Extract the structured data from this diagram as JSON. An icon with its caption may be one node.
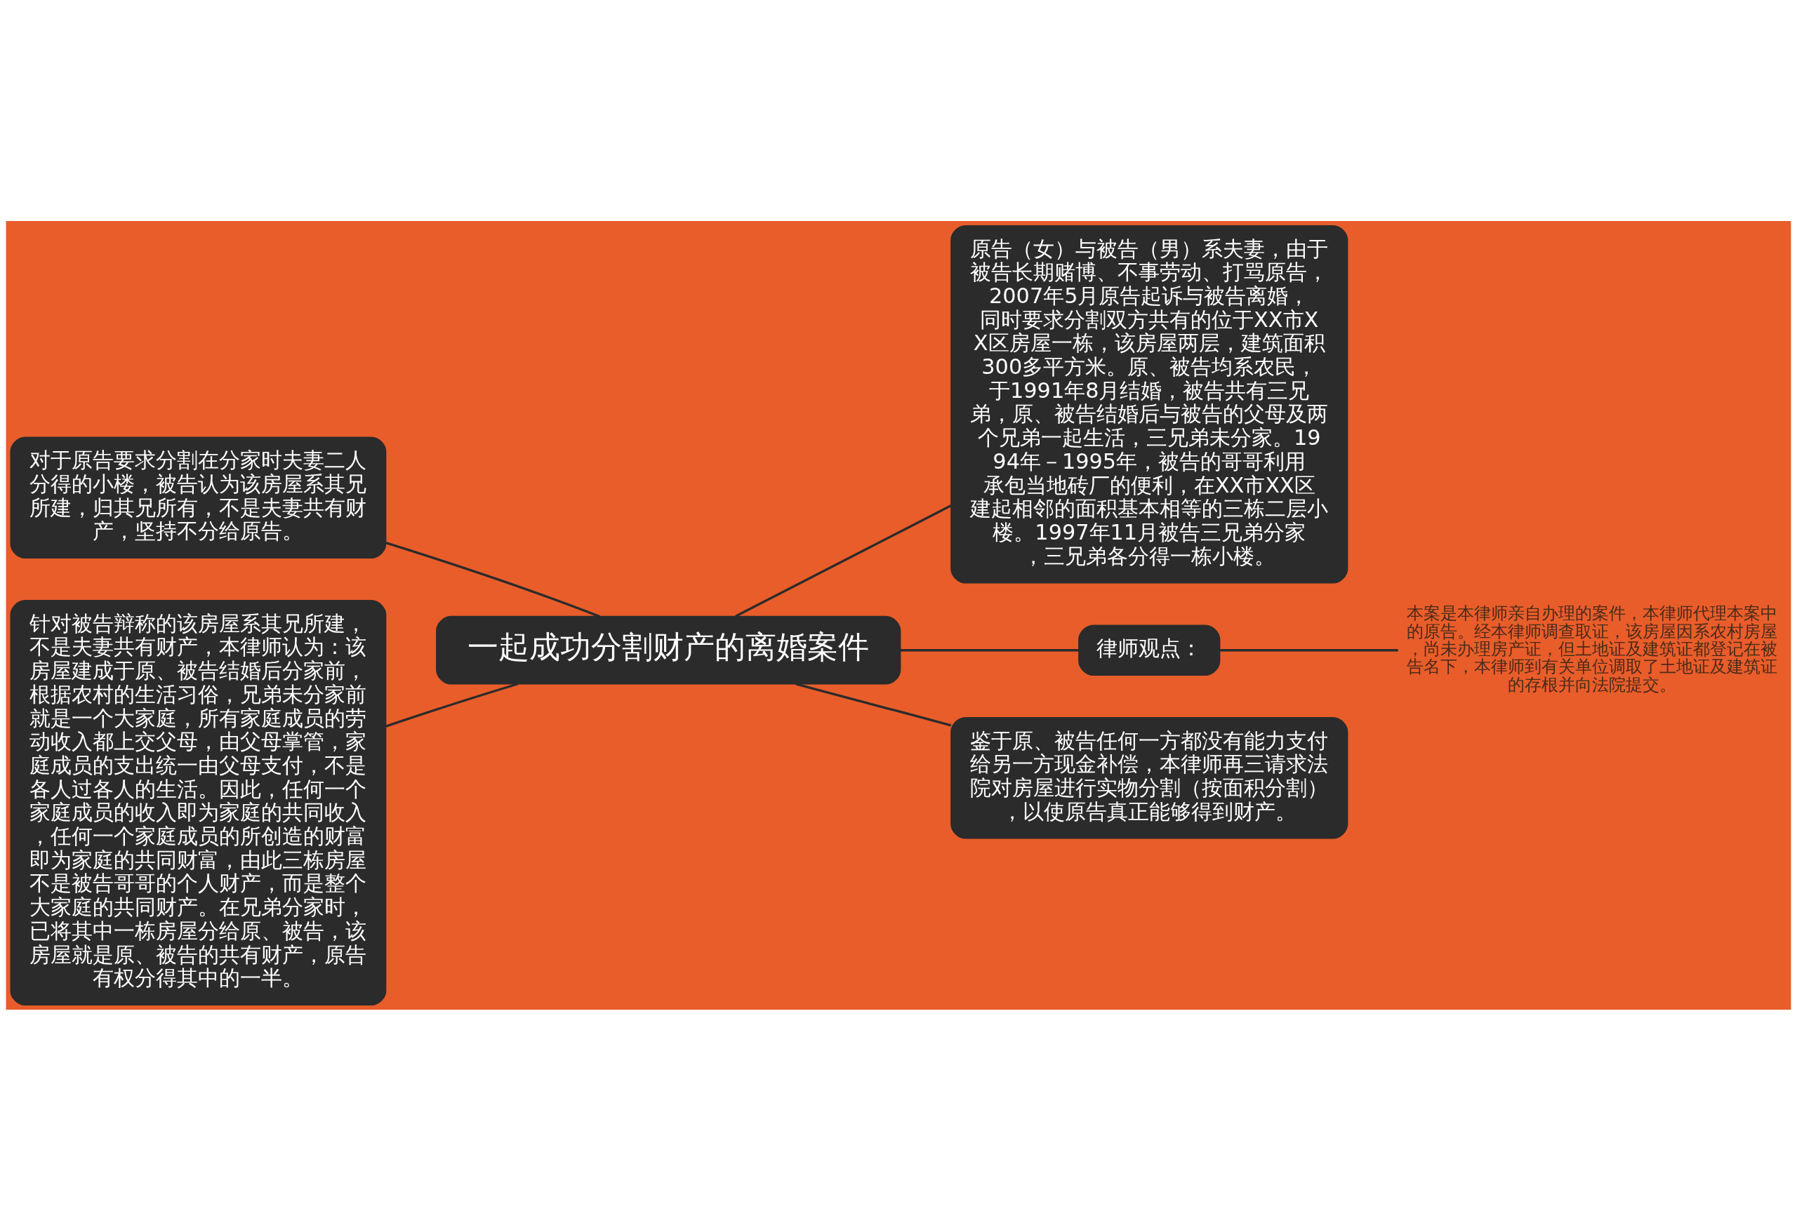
{
  "diagram": {
    "nodes": [
      {
        "text": [
          "一起成功分割财产的离婚案件"
        ]
      },
      {
        "text": [
          "对于原告要求分割在分家时夫妻二人分得的小楼，被告认为该房屋系其兄所建，归其兄所有，不是夫妻共有财产，坚持不分给原告。"
        ]
      },
      {
        "text": [
          "针对被告辩称的该房屋系其兄所建，不是夫妻共有财产，本律师认为：该房屋建成于原、被告结婚后分家前，根据农村的生活习俗，兄弟未分家前就是一个大家庭，所有家庭成员的劳动收入都上交父母，由父母掌管，家庭成员的支出统一由父母支付，不是各人过各人的生活。因此，任何一个家庭成员的收入即为家庭的共同收入，任何一个家庭成员的所创造的财富即为家庭的共同财富，由此三栋房屋不是被告哥哥的个人财产，而是整个大家庭的共同财产。在兄弟分家时，已将其中一栋房屋分给原、被告，该房屋就是原、被告的共有财产，原告有权分得其中的一半。"
        ]
      },
      {
        "text": [
          "原告（女）与被告（男）系夫妻，由于被告长期赌博、不事劳动、打骂原告，2007年5月原告起诉与被告离婚，同时要求分割双方共有的位于XX市XX区房屋一栋，该房屋两层，建筑面积300多平方米。原、被告均系农民，于1991年8月结婚，被告共有三兄弟，原、被告结婚后与被告的父母及两个兄弟一起生活，三兄弟未分家。1994年－1995年，被告的哥哥利用承包当地砖厂的便利，在XX市XX区建起相邻的面积基本相等的三栋二层小楼。1997年11月被告三兄弟分家，三兄弟各分得一栋小楼。"
        ]
      },
      {
        "text": [
          "律师观点："
        ]
      },
      {
        "text": [
          "本案是本律师亲自办理的案件，本律师代理本案中的原告。经本律师调查取证，该房屋因系农村房屋，尚未办理房产证，但土地证及建筑证都登记在被告名下，本律师到有关单位调取了土地证及建筑证的存根并向法院提交。"
        ]
      },
      {
        "text": [
          "鉴于原、被告任何一方都没有能力支付给另一方现金补偿，本律师再三请求法院对房屋进行实物分割（按面积分割），以使原告真正能够得到财产。"
        ]
      }
    ],
    "edges": [
      {
        "from": 0,
        "to": 1,
        "arrow": "none"
      },
      {
        "from": 0,
        "to": 2,
        "arrow": "none"
      },
      {
        "from": 0,
        "to": 3,
        "arrow": "none"
      },
      {
        "from": 0,
        "to": 4,
        "arrow": "none"
      },
      {
        "from": 4,
        "to": 5,
        "arrow": "none"
      },
      {
        "from": 0,
        "to": 6,
        "arrow": "none"
      }
    ]
  }
}
